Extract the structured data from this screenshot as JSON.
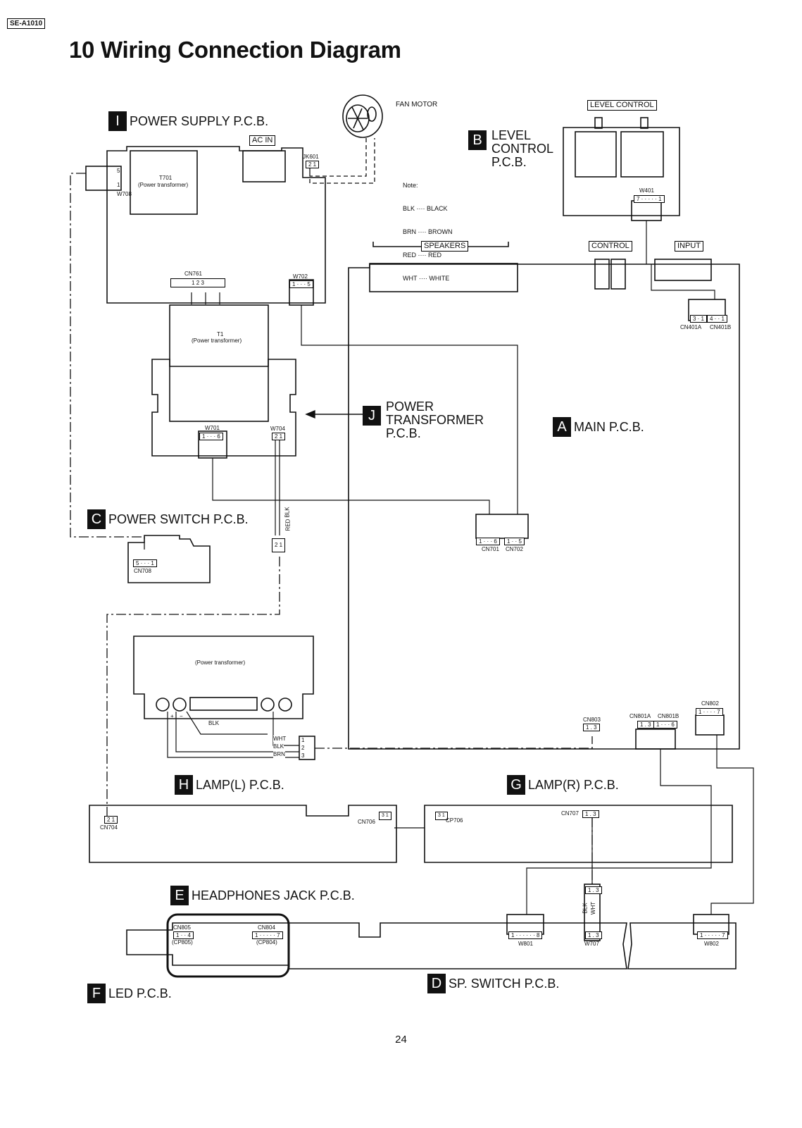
{
  "header": {
    "model": "SE-A1010",
    "title": "10 Wiring Connection Diagram"
  },
  "boards": {
    "I": {
      "letter": "I",
      "name": "POWER SUPPLY P.C.B."
    },
    "B": {
      "letter": "B",
      "line1": "LEVEL",
      "line2": "CONTROL",
      "line3": "P.C.B."
    },
    "J": {
      "letter": "J",
      "line1": "POWER",
      "line2": "TRANSFORMER",
      "line3": "P.C.B."
    },
    "A": {
      "letter": "A",
      "name": "MAIN P.C.B."
    },
    "C": {
      "letter": "C",
      "name": "POWER SWITCH P.C.B."
    },
    "H": {
      "letter": "H",
      "name": "LAMP(L) P.C.B."
    },
    "G": {
      "letter": "G",
      "name": "LAMP(R) P.C.B."
    },
    "E": {
      "letter": "E",
      "name": "HEADPHONES JACK P.C.B."
    },
    "F": {
      "letter": "F",
      "name": "LED P.C.B."
    },
    "D": {
      "letter": "D",
      "name": "SP. SWITCH P.C.B."
    }
  },
  "components": {
    "fan_motor": "FAN MOTOR",
    "ac_in": "AC IN",
    "level_control": "LEVEL CONTROL",
    "speakers": "SPEAKERS",
    "control": "CONTROL",
    "input": "INPUT",
    "t701": "T701",
    "t701_desc": "(Power transformer)",
    "t1": "T1",
    "t1_desc": "(Power transformer)",
    "lamp_transformer_desc": "(Power transformer)"
  },
  "note": {
    "heading": "Note:",
    "lines": [
      "BLK ···· BLACK",
      "BRN ···· BROWN",
      "RED ···· RED",
      "WHT ···· WHITE"
    ]
  },
  "connectors": {
    "jk601": "JK601",
    "jk601_pins": "2 1",
    "w708": "W708",
    "w708_pin_top": "5",
    "w708_pin_bot": "1",
    "cn761": "CN761",
    "cn761_pins": "1   2   3",
    "w702": "W702",
    "w702_pins": "1 · · · 5",
    "w401": "W401",
    "w401_pins": "7 · · · · · 1",
    "cn401_pins_a": "3 · 1",
    "cn401_pins_b": "4 · · 1",
    "cn401a": "CN401A",
    "cn401b": "CN401B",
    "w701": "W701",
    "w701_pins": "1 · · · 6",
    "w704": "W704",
    "w704_pins": "2 1",
    "cn701": "CN701",
    "cn702": "CN702",
    "cn701_pins": "1 · · · 6",
    "cn702_pins": "1 · · 5",
    "blk": "BLK",
    "red": "RED",
    "plug_pins": "2 1",
    "cn708": "CN708",
    "cn708_pins": "5 · · · 1",
    "cn803": "CN803",
    "cn803_pins": "1 . 3",
    "cn801a": "CN801A",
    "cn801b": "CN801B",
    "cn801a_pins": "1 . 3",
    "cn801b_pins": "1 · · · 6",
    "cn802": "CN802",
    "cn802_pins": "1 · · · · 7",
    "lamp_blk": "BLK",
    "wht": "WHT",
    "blk2": "BLK",
    "brn": "BRN",
    "t_pin1": "1",
    "t_pin2": "2",
    "t_pin3": "3",
    "plus": "+",
    "minus": "−",
    "cn704": "CN704",
    "cn704_pins": "2 1",
    "cn706": "CN706",
    "cn706_pins": "3  1",
    "cp706": "CP706",
    "cp706_pins": "3  1",
    "cn707": "CN707",
    "cn707_pins": "1 . 3",
    "w707_plug_pins": "1 . 3",
    "w707_blk": "BLK",
    "w707_wht": "WHT",
    "cn805": "CN805",
    "cn805_pins": "1 · · 4",
    "cp805": "(CP805)",
    "cn804": "CN804",
    "cn804_pins": "1 · · · · · 7",
    "cp804": "(CP804)",
    "w801": "W801",
    "w801_pins": "1 · · · · · · 8",
    "w707": "W707",
    "w707_pins": "1 . 3",
    "w802": "W802",
    "w802_pins": "1 · · · · · 7"
  },
  "page_number": "24"
}
